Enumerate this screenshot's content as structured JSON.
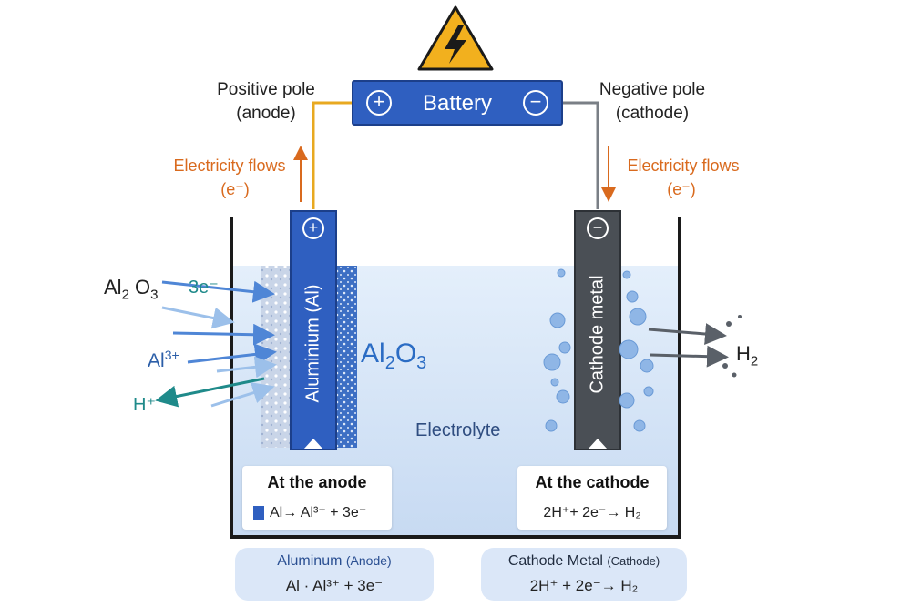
{
  "battery": {
    "label": "Battery",
    "plus": "+",
    "minus": "−"
  },
  "poles": {
    "positive_line1": "Positive pole",
    "positive_line2": "(anode)",
    "negative_line1": "Negative pole",
    "negative_line2": "(cathode)"
  },
  "flow": {
    "label": "Electricity flows",
    "electron": "(e⁻)"
  },
  "electrodes": {
    "anode_label": "Aluminium (Al)",
    "cathode_label": "Cathode metal",
    "anode_sign": "+",
    "cathode_sign": "−"
  },
  "cell": {
    "oxide_main": "Al",
    "oxide_sub1": "2",
    "oxide_o": "O",
    "oxide_sub2": "3",
    "electrolyte": "Electrolyte"
  },
  "left_labels": {
    "al2o3_main": "Al",
    "al2o3_sub1": "2",
    "al2o3_o": "O",
    "al2o3_sub2": "3",
    "electrons": "3e⁻",
    "al_ion_main": "Al",
    "al_ion_sup": "3+",
    "h_ion": "H⁺"
  },
  "right_labels": {
    "h2_main": "H",
    "h2_sub": "2"
  },
  "anode_box": {
    "title": "At the anode",
    "equation": "Al→ Al³⁺ + 3e⁻"
  },
  "cathode_box": {
    "title": "At the cathode",
    "equation": "2H⁺+ 2e⁻→ H₂"
  },
  "bottom_left": {
    "title_a": "Aluminum",
    "title_b": "(Anode)",
    "equation": "Al · Al³⁺ + 3e⁻"
  },
  "bottom_right": {
    "title_a": "Cathode Metal",
    "title_b": "(Cathode)",
    "equation": "2H⁺ + 2e⁻→ H₂"
  },
  "colors": {
    "anode": "#2f5fc0",
    "cathode": "#4a4f55",
    "electrolyte": "#dce9f8",
    "flow": "#d96a1e",
    "warning": "#f2b01e"
  },
  "icons": [
    "high-voltage-warning-icon",
    "plus-icon",
    "minus-icon"
  ]
}
